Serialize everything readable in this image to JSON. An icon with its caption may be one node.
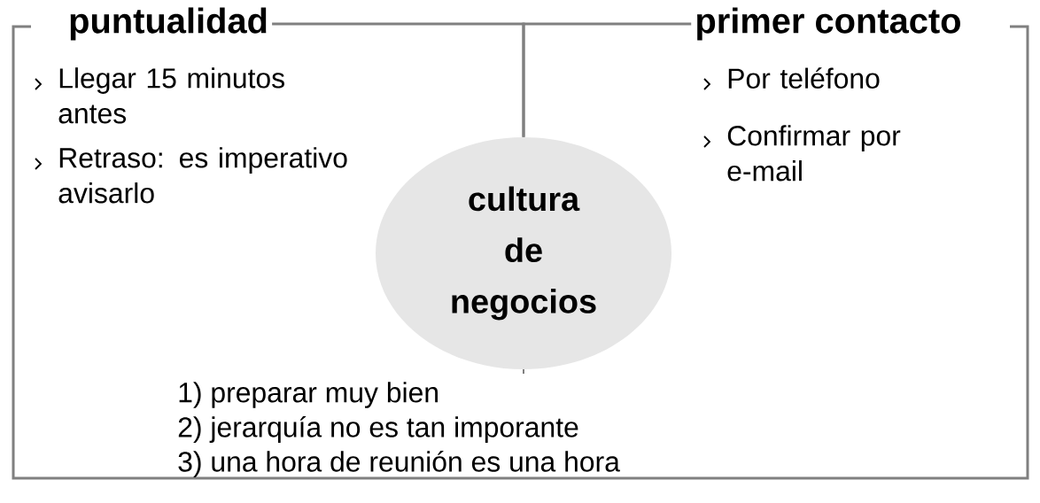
{
  "diagram": {
    "nodes": [
      {
        "text": [
          "cultura de negocios"
        ]
      },
      {
        "text": [
          "puntualidad",
          "Llegar 15 minutos antes",
          "Retraso: es imperativo avisarlo"
        ]
      },
      {
        "text": [
          "primer contacto",
          "Por teléfono",
          "Confirmar por e-mail"
        ]
      }
    ],
    "edges": [
      {
        "from": 0,
        "to": 1,
        "arrow": "none"
      },
      {
        "from": 0,
        "to": 2,
        "arrow": "none"
      }
    ],
    "labels": [
      "1) preparar muy bien",
      "2) jerarquía no es tan imporante",
      "3) una hora de reunión es una hora"
    ]
  }
}
